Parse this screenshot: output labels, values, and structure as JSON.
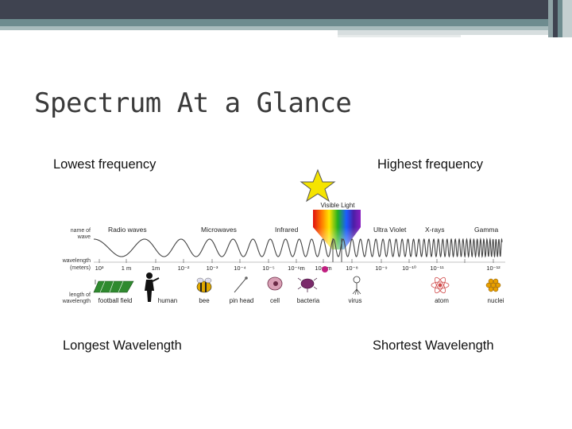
{
  "slide": {
    "title": "Spectrum At a Glance",
    "label_top_left": "Lowest frequency",
    "label_top_right": "Highest frequency",
    "label_bottom_left": "Longest Wavelength",
    "label_bottom_right": "Shortest Wavelength"
  },
  "diagram": {
    "row_labels": {
      "name_of_wave": [
        "name of",
        "wave"
      ],
      "wavelength": [
        "wavelength",
        "(meters)"
      ],
      "length_of_wavelength": [
        "length of",
        "wavelength"
      ]
    },
    "visible_light_label": "Visible Light",
    "bands": [
      "Radio waves",
      "Microwaves",
      "Infrared",
      "Ultra Violet",
      "X-rays",
      "Gamma"
    ],
    "ticks": [
      "10³",
      "1 m",
      "1m",
      "10⁻²",
      "10⁻³",
      "10⁻⁴",
      "10⁻⁵",
      "10⁻⁶m",
      "10⁻⁷m",
      "10⁻⁸",
      "10⁻⁹",
      "10⁻¹⁰",
      "10⁻¹¹",
      "10⁻¹²"
    ],
    "objects": [
      "football field",
      "human",
      "bee",
      "pin head",
      "cell",
      "bacteria",
      "virus",
      "atom",
      "nuclei"
    ],
    "colors": {
      "star": "#f5e400",
      "star_stroke": "#555555",
      "wave": "#444444"
    }
  }
}
